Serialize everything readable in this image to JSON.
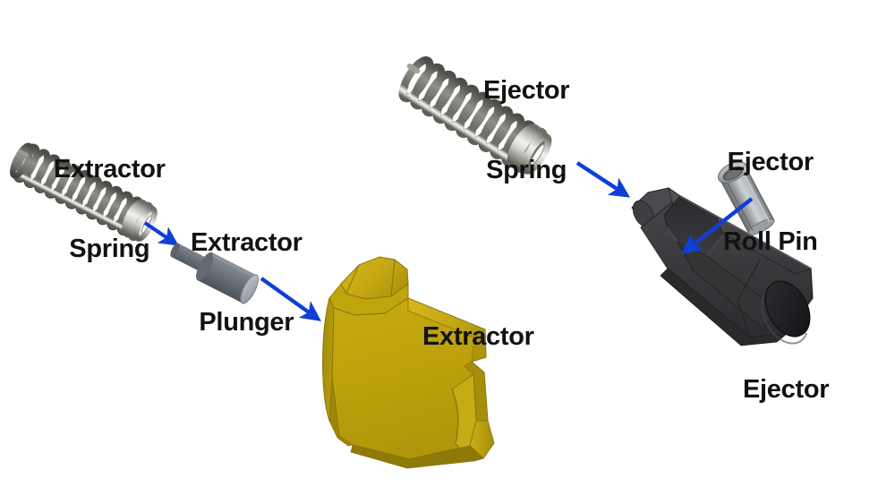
{
  "diagram": {
    "title": "Exploded view of extractor and ejector assembly",
    "background_color": "#ffffff",
    "arrow_color": "#0f3fd8",
    "label_color": "#121212"
  },
  "labels": {
    "extractor_spring": {
      "line1": "Extractor",
      "line2": "Spring"
    },
    "extractor_plunger": {
      "line1": "Extractor",
      "line2": "Plunger"
    },
    "extractor": {
      "line1": "Extractor"
    },
    "ejector_spring": {
      "line1": "Ejector",
      "line2": "Spring"
    },
    "ejector_roll_pin": {
      "line1": "Ejector",
      "line2": "Roll Pin"
    },
    "ejector": {
      "line1": "Ejector"
    }
  },
  "parts": {
    "extractor_spring": {
      "name": "Extractor Spring",
      "color_light": "#e9e9e7",
      "color_mid": "#b9b9b4",
      "color_dark": "#77776f",
      "coils": 13
    },
    "extractor_plunger": {
      "name": "Extractor Plunger",
      "color_body": "#6d7278",
      "color_face": "#a9afb6",
      "color_shaft": "#5a6066"
    },
    "extractor": {
      "name": "Extractor",
      "color_face": "#bca10c",
      "color_top": "#cdb11a",
      "color_side": "#9d860a",
      "color_dark": "#8a750a"
    },
    "ejector_spring": {
      "name": "Ejector Spring",
      "color_light": "#e9e9e7",
      "color_mid": "#b9b9b4",
      "color_dark": "#77776f",
      "coils": 12
    },
    "ejector_roll_pin": {
      "name": "Ejector Roll Pin",
      "color_body": "#8c8f91",
      "color_highlight": "#c9ccce",
      "color_bore": "#5e6163",
      "color_rim": "#b6b9bb"
    },
    "ejector": {
      "name": "Ejector",
      "color_body": "#3a3a3c",
      "color_top": "#4a4a4d",
      "color_dark": "#2a2a2c",
      "color_face": "#1f1f21"
    }
  },
  "arrows": [
    {
      "name": "arrow-spring-to-plunger",
      "from": "Extractor Spring",
      "to": "Extractor Plunger"
    },
    {
      "name": "arrow-plunger-to-extractor",
      "from": "Extractor Plunger",
      "to": "Extractor"
    },
    {
      "name": "arrow-ejector-spring-to-ejector",
      "from": "Ejector Spring",
      "to": "Ejector"
    },
    {
      "name": "arrow-rollpin-to-ejector",
      "from": "Ejector Roll Pin",
      "to": "Ejector"
    }
  ]
}
